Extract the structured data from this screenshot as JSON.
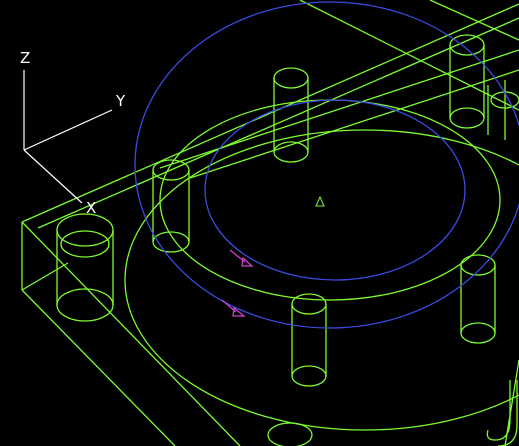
{
  "viewport": {
    "background": "#000000",
    "wireframe_color": "#7CFC32",
    "path_color": "#3A4BE0",
    "marker_color": "#D040D0",
    "triad_color": "#FFFFFF"
  },
  "triad": {
    "z_label": "Z",
    "y_label": "Y",
    "x_label": "X"
  },
  "markers": {
    "origin_icon": "triangle-marker-icon",
    "toolpath_icons": [
      "arrow-marker-icon",
      "arrow-marker-icon"
    ]
  }
}
